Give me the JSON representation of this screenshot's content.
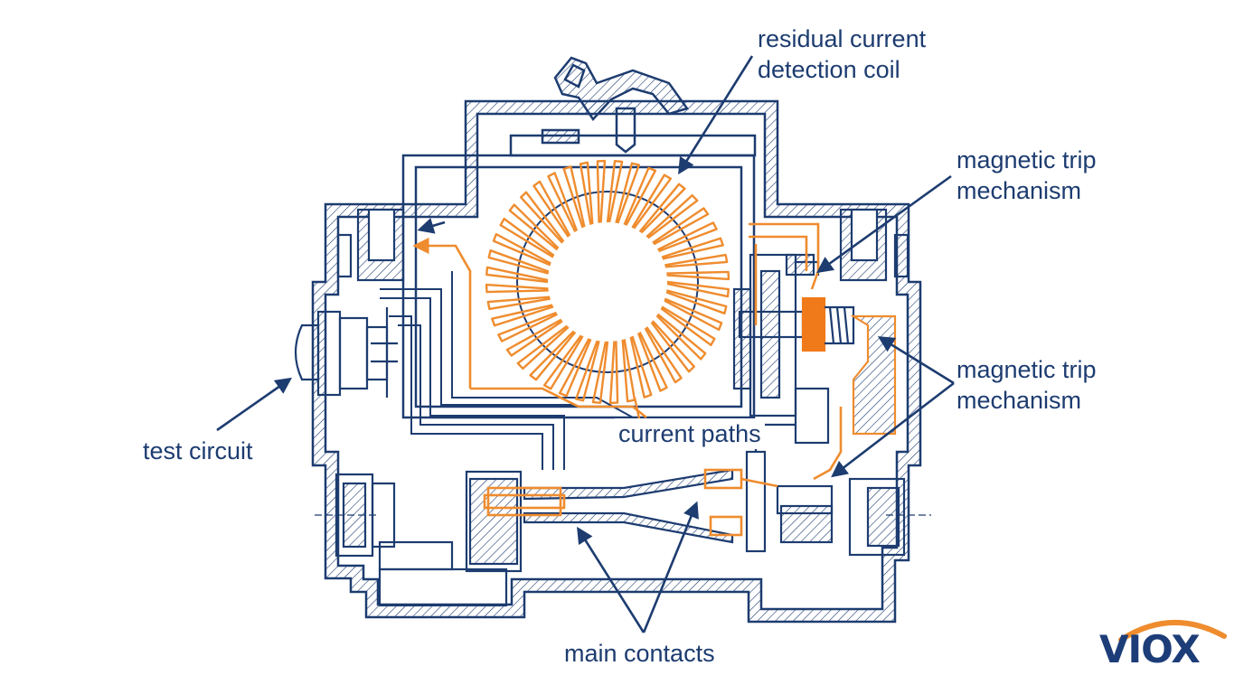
{
  "labels": {
    "residual_coil": [
      "residual current",
      "detection coil"
    ],
    "magnetic_trip_upper": [
      "magnetic trip",
      "mechanism"
    ],
    "magnetic_trip_lower": [
      "magnetic trip",
      "mechanism"
    ],
    "test_circuit": "test circuit",
    "current_paths": "current paths",
    "main_contacts": "main contacts"
  },
  "logo": {
    "text": "VIOX"
  },
  "colors": {
    "outline": "#1d3c70",
    "current": "#ef8c2e",
    "trip_solenoid": "#f07a1a",
    "hatch": "#1d3c70",
    "background": "#ffffff"
  }
}
